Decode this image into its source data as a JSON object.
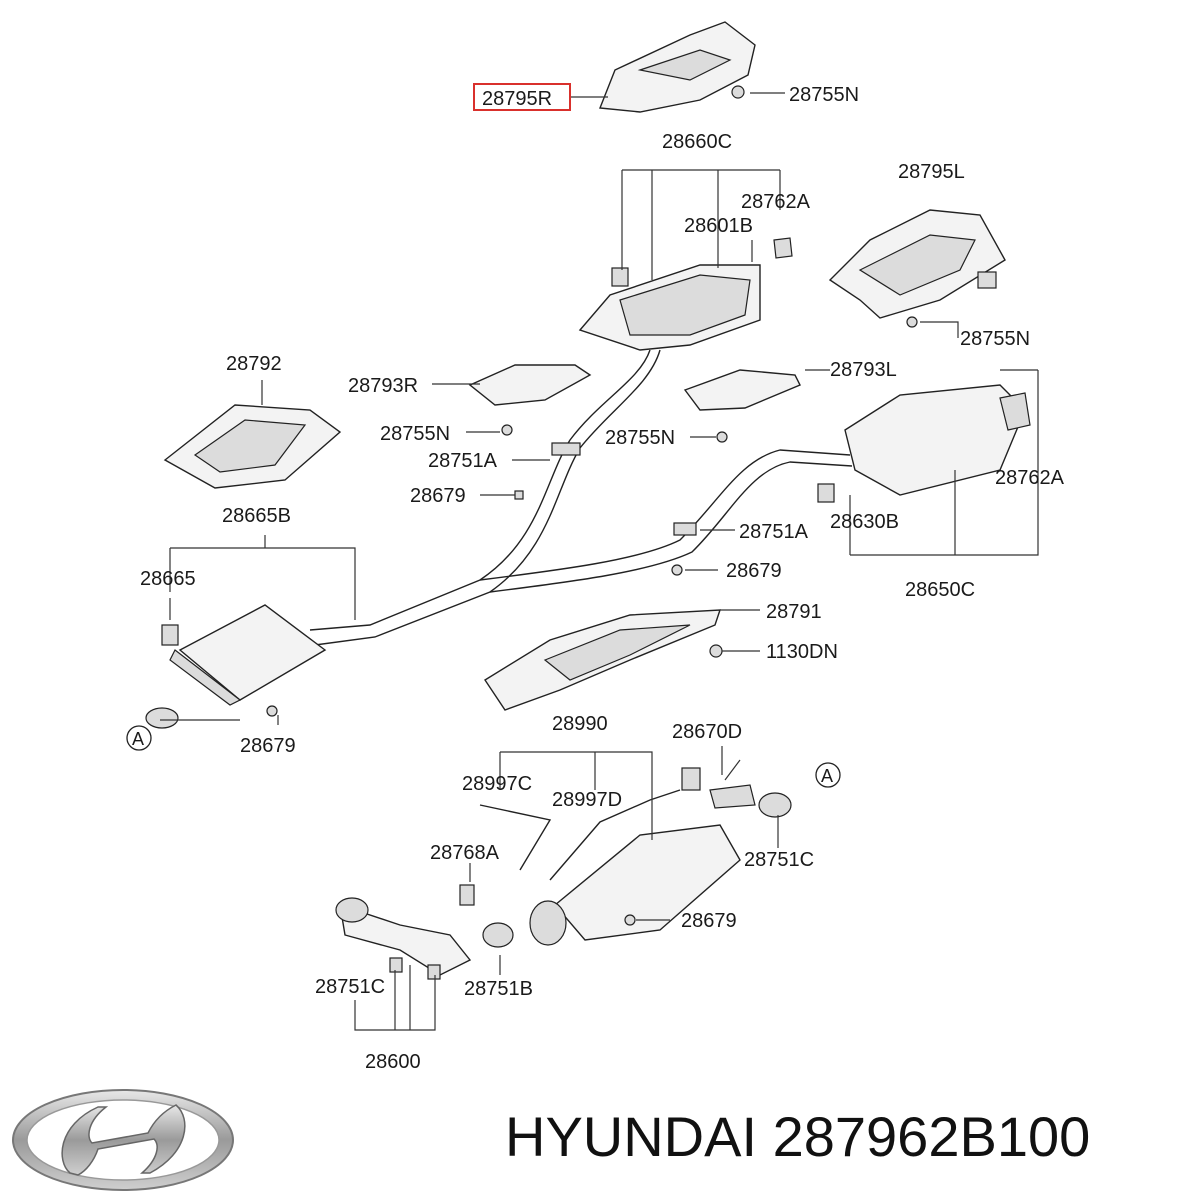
{
  "labels": {
    "l_28795R": "28795R",
    "l_28755N_a": "28755N",
    "l_28660C": "28660C",
    "l_28762A_a": "28762A",
    "l_28601B": "28601B",
    "l_28795L": "28795L",
    "l_28755N_b": "28755N",
    "l_28792": "28792",
    "l_28793R": "28793R",
    "l_28793L": "28793L",
    "l_28755N_c": "28755N",
    "l_28755N_d": "28755N",
    "l_28751A_a": "28751A",
    "l_28679_a": "28679",
    "l_28762A_b": "28762A",
    "l_28665B": "28665B",
    "l_28751A_b": "28751A",
    "l_28630B": "28630B",
    "l_28665": "28665",
    "l_28679_b": "28679",
    "l_28650C": "28650C",
    "l_28791": "28791",
    "l_1130DN": "1130DN",
    "l_28990": "28990",
    "l_28679_c": "28679",
    "l_28670D": "28670D",
    "l_28997C": "28997C",
    "l_28997D": "28997D",
    "l_28768A": "28768A",
    "l_28751C_a": "28751C",
    "l_28679_d": "28679",
    "l_28751C_b": "28751C",
    "l_28751B": "28751B",
    "l_28600": "28600",
    "marker_a1": "A",
    "marker_a2": "A"
  },
  "highlighted_part": "28795R",
  "highlight_color": "#d9302c",
  "brand_logo": "hyundai-logo-icon",
  "footer": {
    "brand": "HYUNDAI",
    "part_number": "287962B100"
  }
}
